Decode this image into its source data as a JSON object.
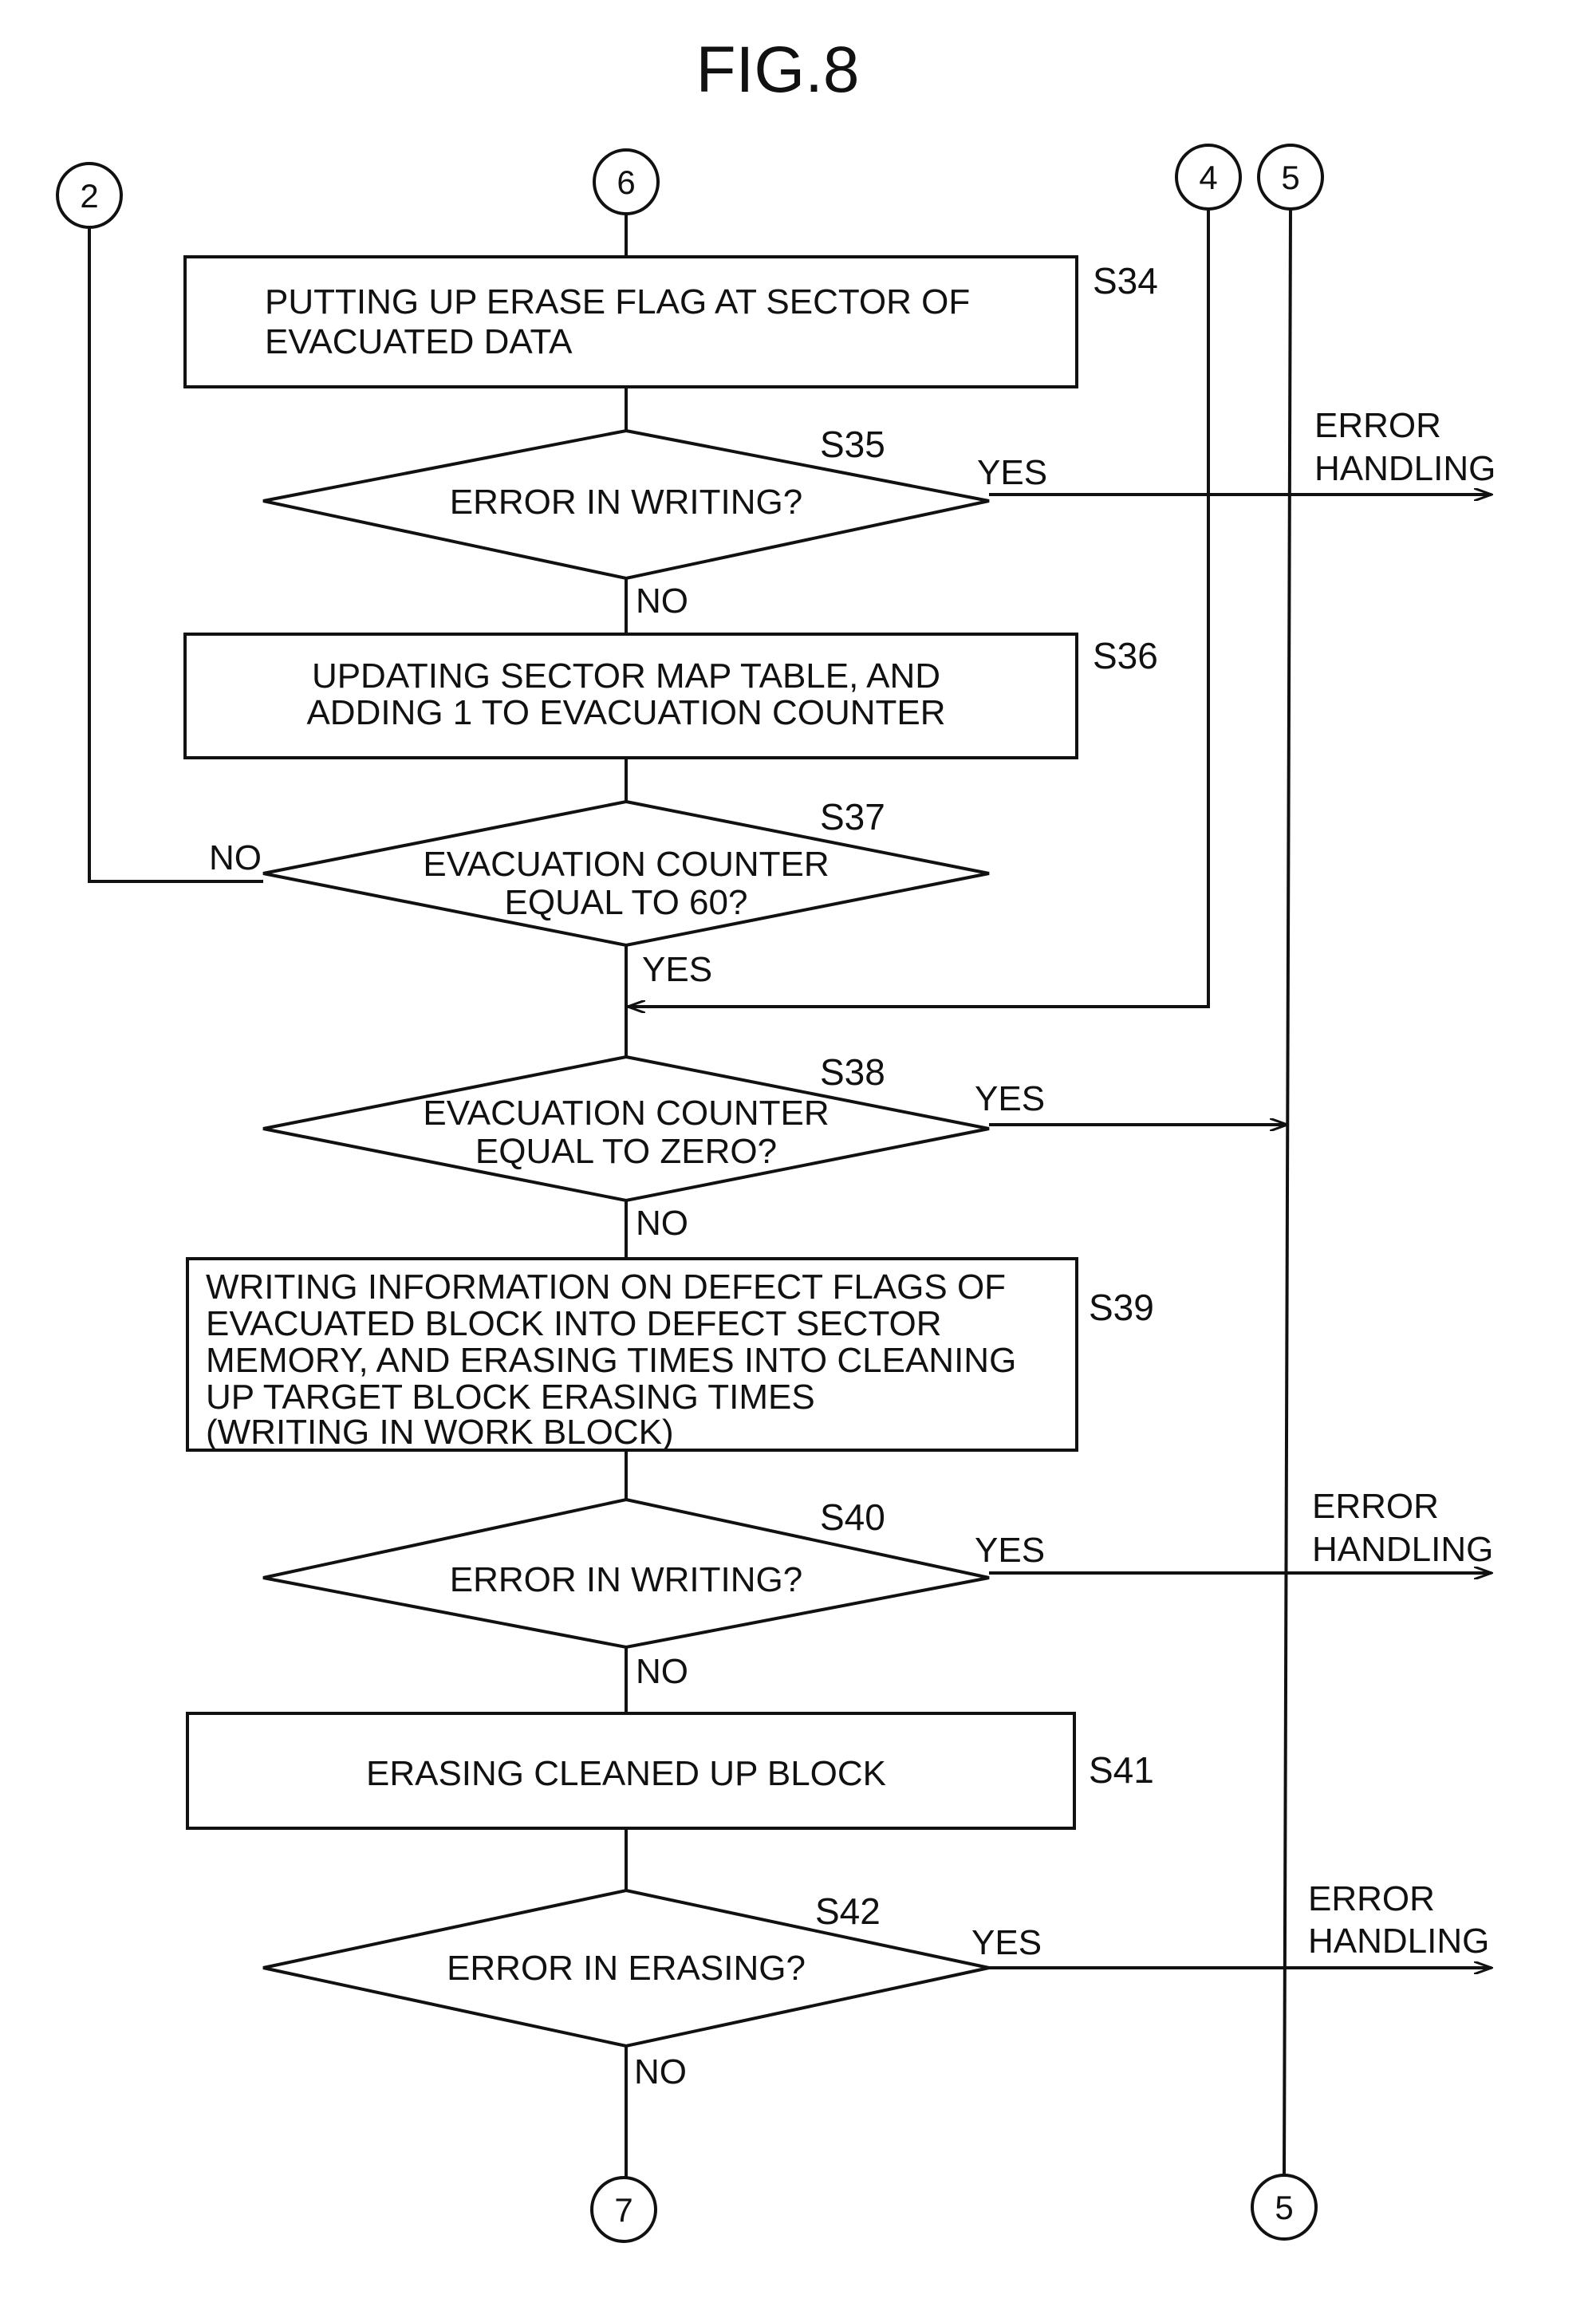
{
  "figure": {
    "title": "FIG.8"
  },
  "connectors": {
    "c2": "2",
    "c6": "6",
    "c4": "4",
    "c5_top": "5",
    "c7": "7",
    "c5_bottom": "5"
  },
  "steps": {
    "s34": {
      "id": "S34",
      "lines": [
        "PUTTING UP ERASE FLAG AT SECTOR OF",
        "EVACUATED DATA"
      ]
    },
    "s35": {
      "id": "S35",
      "lines": [
        "ERROR IN WRITING?"
      ]
    },
    "s36": {
      "id": "S36",
      "lines": [
        "UPDATING SECTOR MAP TABLE, AND",
        "ADDING 1 TO EVACUATION COUNTER"
      ]
    },
    "s37": {
      "id": "S37",
      "lines": [
        "EVACUATION COUNTER",
        "EQUAL TO 60?"
      ]
    },
    "s38": {
      "id": "S38",
      "lines": [
        "EVACUATION COUNTER",
        "EQUAL TO ZERO?"
      ]
    },
    "s39": {
      "id": "S39",
      "lines": [
        "WRITING INFORMATION ON DEFECT FLAGS OF",
        "EVACUATED BLOCK INTO DEFECT SECTOR",
        "MEMORY, AND ERASING TIMES INTO CLEANING",
        "UP TARGET BLOCK ERASING TIMES",
        "(WRITING IN WORK BLOCK)"
      ]
    },
    "s40": {
      "id": "S40",
      "lines": [
        "ERROR IN WRITING?"
      ]
    },
    "s41": {
      "id": "S41",
      "lines": [
        "ERASING CLEANED UP BLOCK"
      ]
    },
    "s42": {
      "id": "S42",
      "lines": [
        "ERROR IN ERASING?"
      ]
    }
  },
  "branch_labels": {
    "yes": "YES",
    "no": "NO"
  },
  "error_handling": {
    "line1": "ERROR",
    "line2": "HANDLING"
  }
}
